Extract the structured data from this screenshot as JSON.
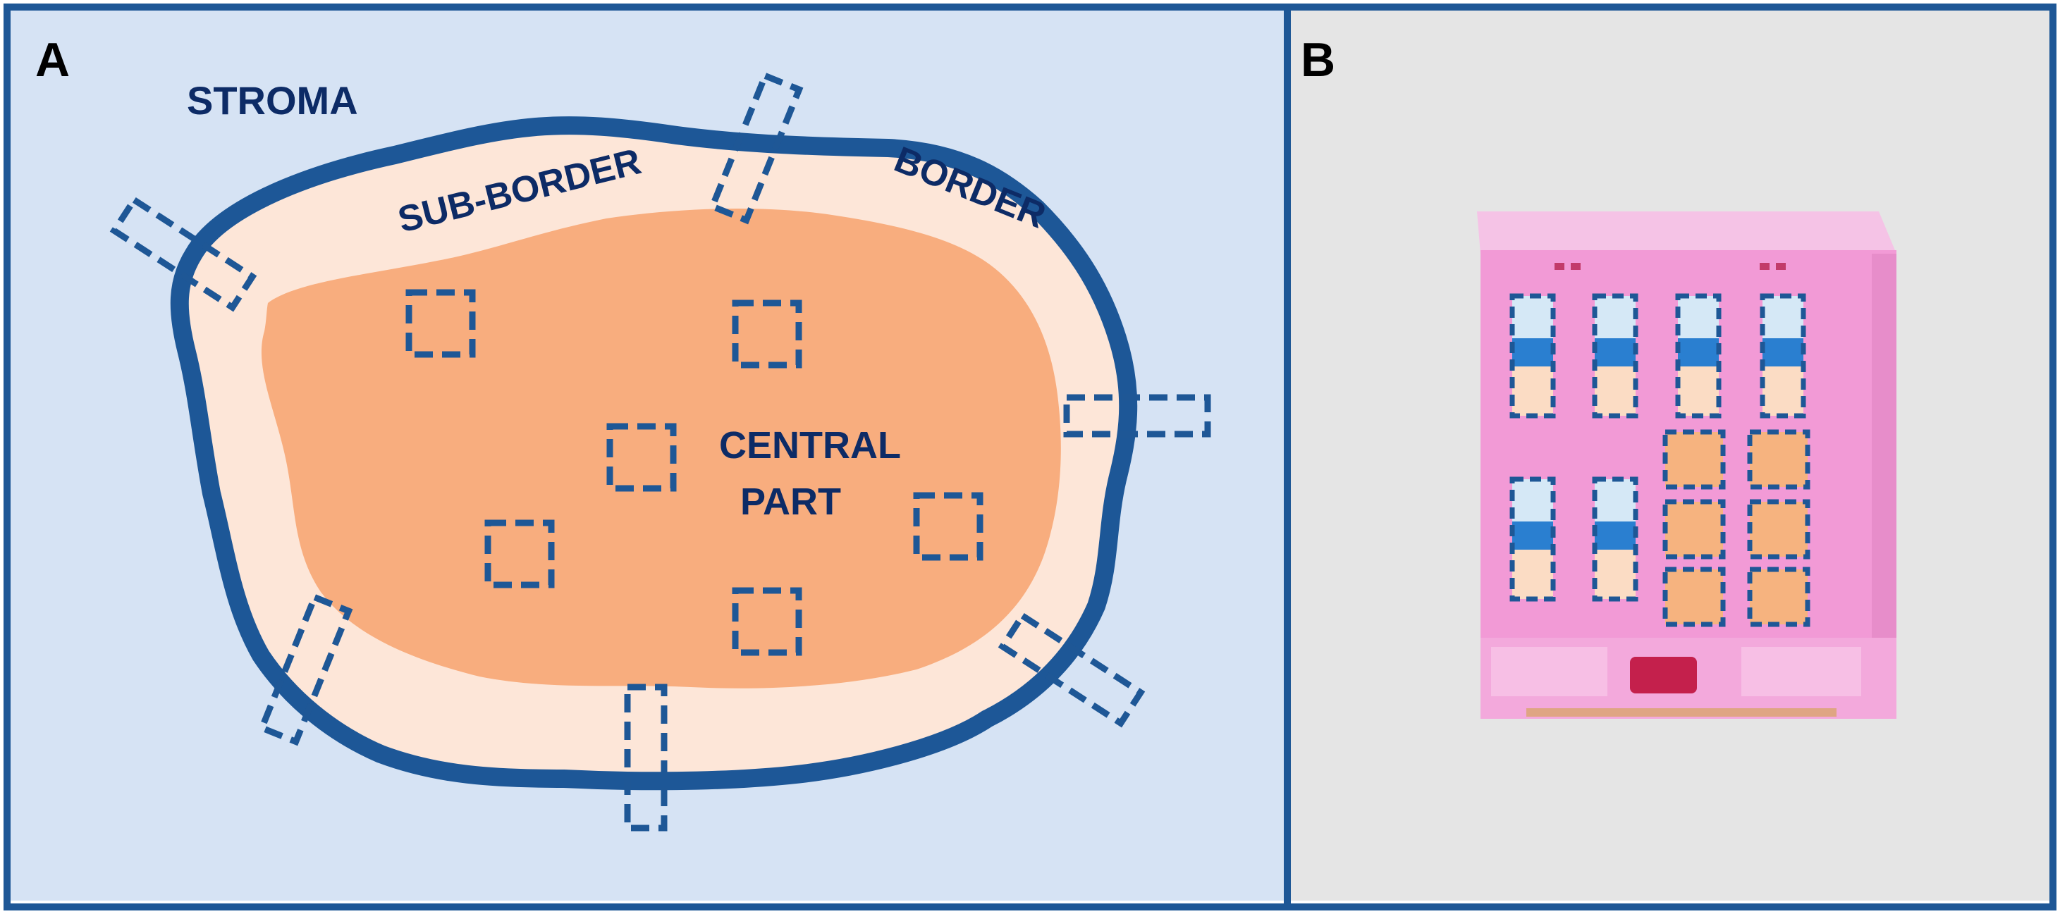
{
  "panels": {
    "a": {
      "letter": "A",
      "labels": {
        "stroma": "STROMA",
        "sub_border": "SUB-BORDER",
        "border": "BORDER",
        "central": "CENTRAL",
        "part": "PART"
      }
    },
    "b": {
      "letter": "B"
    }
  },
  "colors": {
    "frame": "#1e5796",
    "panel_a_bg": "#d6e3f4",
    "panel_b_bg": "#e5e5e5",
    "border_ring": "#1d5797",
    "sub_border_fill": "#fde6d8",
    "central_fill": "#f8ad7e",
    "label_text": "#0d2b66",
    "device_pink": "#f29ad6",
    "well_blue": "#2a7fd0",
    "well_light": "#d5e8f6",
    "well_peach": "#fbdcc4",
    "well_orange": "#f6b37f"
  },
  "icons": {
    "sample_box": "dashed-rectangle-icon",
    "device": "3d-printed-sample-holder-icon"
  }
}
